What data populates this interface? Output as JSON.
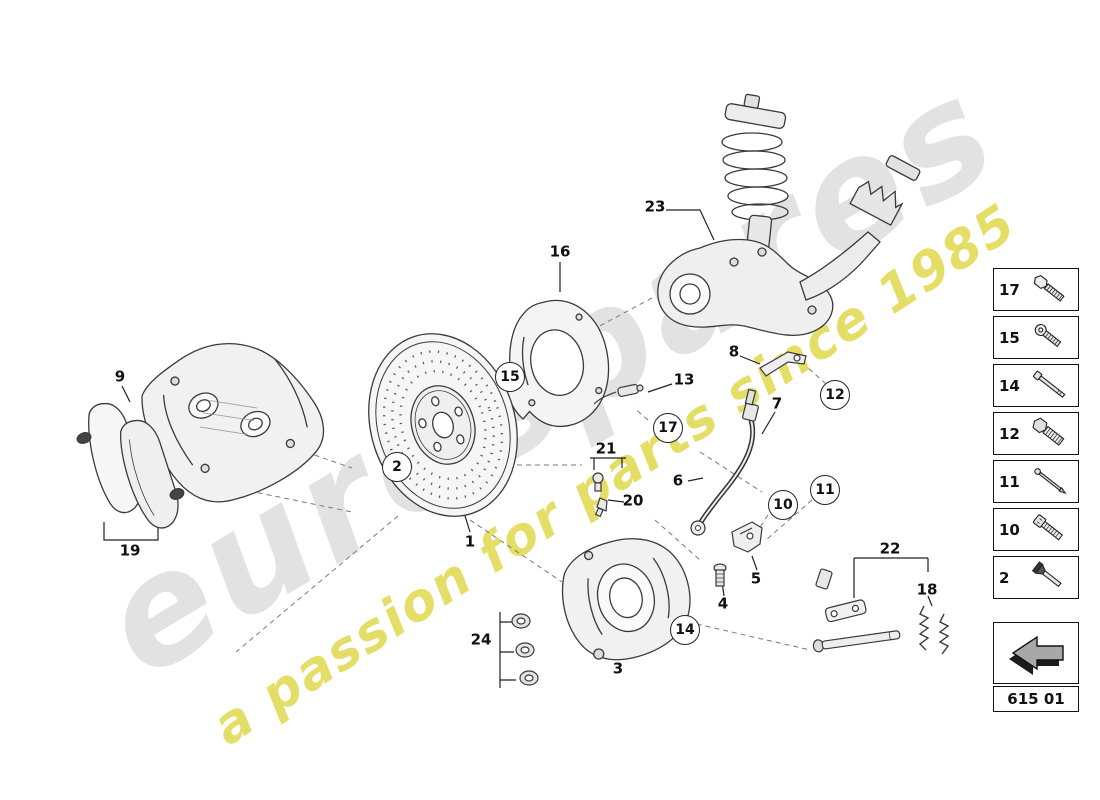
{
  "diagram": {
    "code": "615 01"
  },
  "watermark": {
    "brand": "eurospares",
    "tagline": "a passion for parts since 1985"
  },
  "callouts": {
    "n1": "1",
    "n2": "2",
    "n3": "3",
    "n4": "4",
    "n5": "5",
    "n6": "6",
    "n7": "7",
    "n8": "8",
    "n9": "9",
    "n10": "10",
    "n11": "11",
    "n12": "12",
    "n13": "13",
    "n14": "14",
    "n15": "15",
    "n16": "16",
    "n17": "17",
    "n18": "18",
    "n19": "19",
    "n20": "20",
    "n21": "21",
    "n22": "22",
    "n23": "23",
    "n24": "24"
  },
  "legend": {
    "items": [
      {
        "label": "17",
        "icon": "hex-head-bolt"
      },
      {
        "label": "15",
        "icon": "pan-head-screw"
      },
      {
        "label": "14",
        "icon": "long-stud-bolt"
      },
      {
        "label": "12",
        "icon": "flanged-hex-bolt"
      },
      {
        "label": "11",
        "icon": "retaining-pin"
      },
      {
        "label": "10",
        "icon": "socket-head-screw"
      },
      {
        "label": "2",
        "icon": "countersunk-screw"
      }
    ]
  },
  "nav": {
    "icon": "back-arrow"
  }
}
